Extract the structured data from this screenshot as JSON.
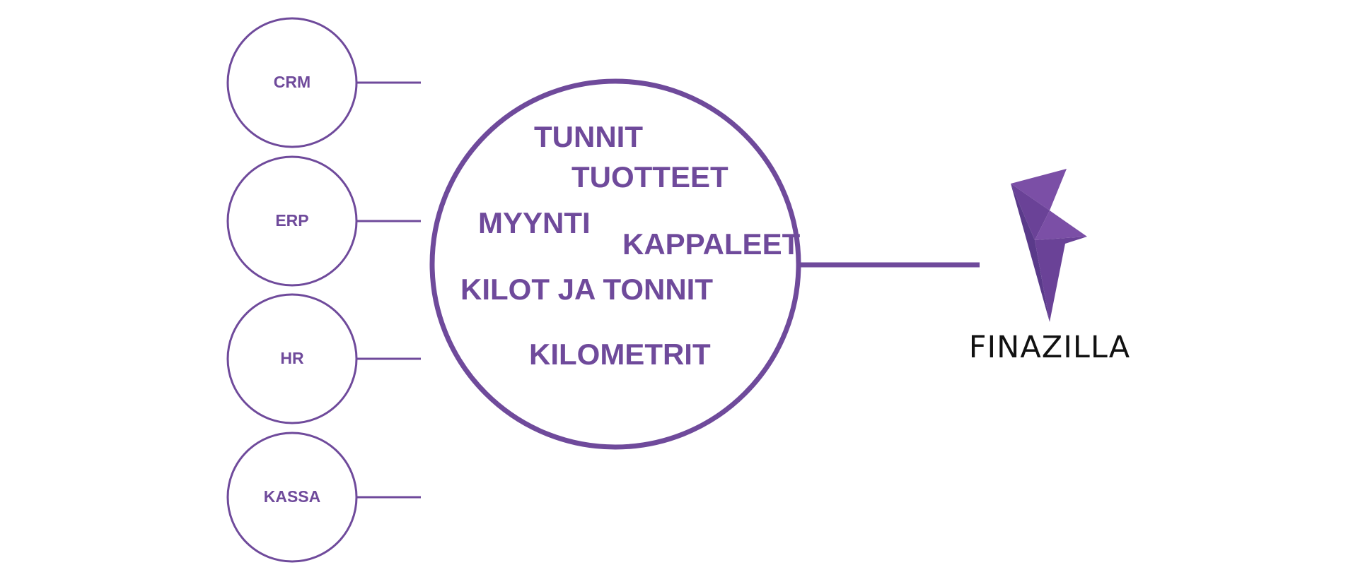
{
  "colors": {
    "accent": "#6f4a9b",
    "logo_light": "#7b4fa6",
    "logo_mid": "#6a4297",
    "logo_dark": "#5a3a8a",
    "brand_text": "#111111"
  },
  "sources": [
    {
      "label": "CRM"
    },
    {
      "label": "ERP"
    },
    {
      "label": "HR"
    },
    {
      "label": "KASSA"
    }
  ],
  "metrics": [
    {
      "label": "TUNNIT"
    },
    {
      "label": "TUOTTEET"
    },
    {
      "label": "MYYNTI"
    },
    {
      "label": "KAPPALEET"
    },
    {
      "label": "KILOT JA TONNIT"
    },
    {
      "label": "KILOMETRIT"
    }
  ],
  "brand": {
    "name": "FINAZILLA",
    "logo_icon": "lightning-bolt-icon"
  }
}
